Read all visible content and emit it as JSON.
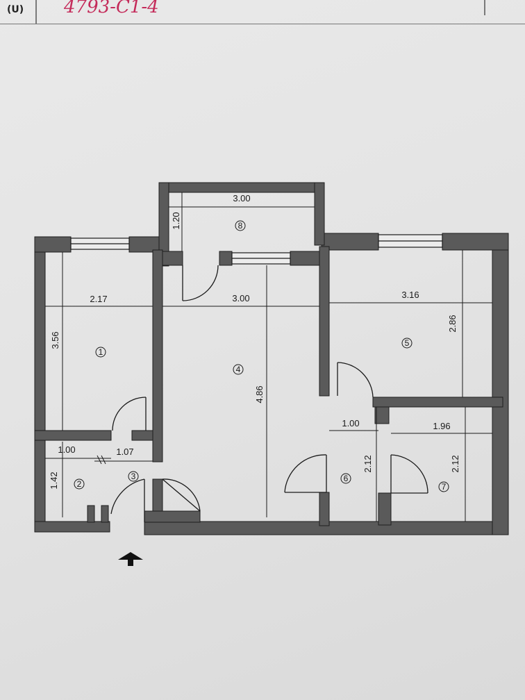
{
  "header": {
    "label": "(U)",
    "handwritten_number": "4793-C1-4"
  },
  "rooms": [
    {
      "number": "1",
      "width": "2.17",
      "length": "3.56"
    },
    {
      "number": "2",
      "width": "1.00",
      "length": "1.42"
    },
    {
      "number": "3",
      "width": "1.07"
    },
    {
      "number": "4",
      "width": "3.00",
      "length": "4.86"
    },
    {
      "number": "5",
      "width": "3.16",
      "length": "2.86"
    },
    {
      "number": "6",
      "width": "1.00",
      "length": "2.12"
    },
    {
      "number": "7",
      "width": "1.96",
      "length": "2.12"
    },
    {
      "number": "8",
      "width": "3.00",
      "length": "1.20"
    }
  ],
  "entrance_marker": "entrance-arrow",
  "colors": {
    "wall": "#5a5a5a",
    "wall_edge": "#1e1e1e",
    "paper": "#e6e6e6",
    "line": "#1a1a1a",
    "handwriting": "#c42b5a"
  }
}
